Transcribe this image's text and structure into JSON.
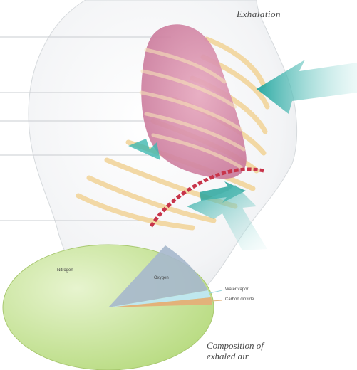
{
  "diagram": {
    "title": "Exhalation",
    "caption_line1": "Composition of",
    "caption_line2": "exhaled air",
    "colors": {
      "lung": "#d98aa6",
      "ribs": "#f2d59c",
      "body": "#eef0f2",
      "arrow": "#3fb8b0",
      "diaphragm": "#c8344a",
      "pie_nitrogen": "#bfe08a",
      "pie_oxygen": "#9fb3c8",
      "pie_water": "#bfe7ee",
      "pie_co2": "#e3b27a"
    },
    "icons": [
      "arrow-right-icon"
    ]
  },
  "pie": {
    "labels": {
      "nitrogen": "Nitrogen",
      "oxygen": "Oxygen",
      "water": "Water vapor",
      "co2": "Carbon dioxide"
    }
  }
}
